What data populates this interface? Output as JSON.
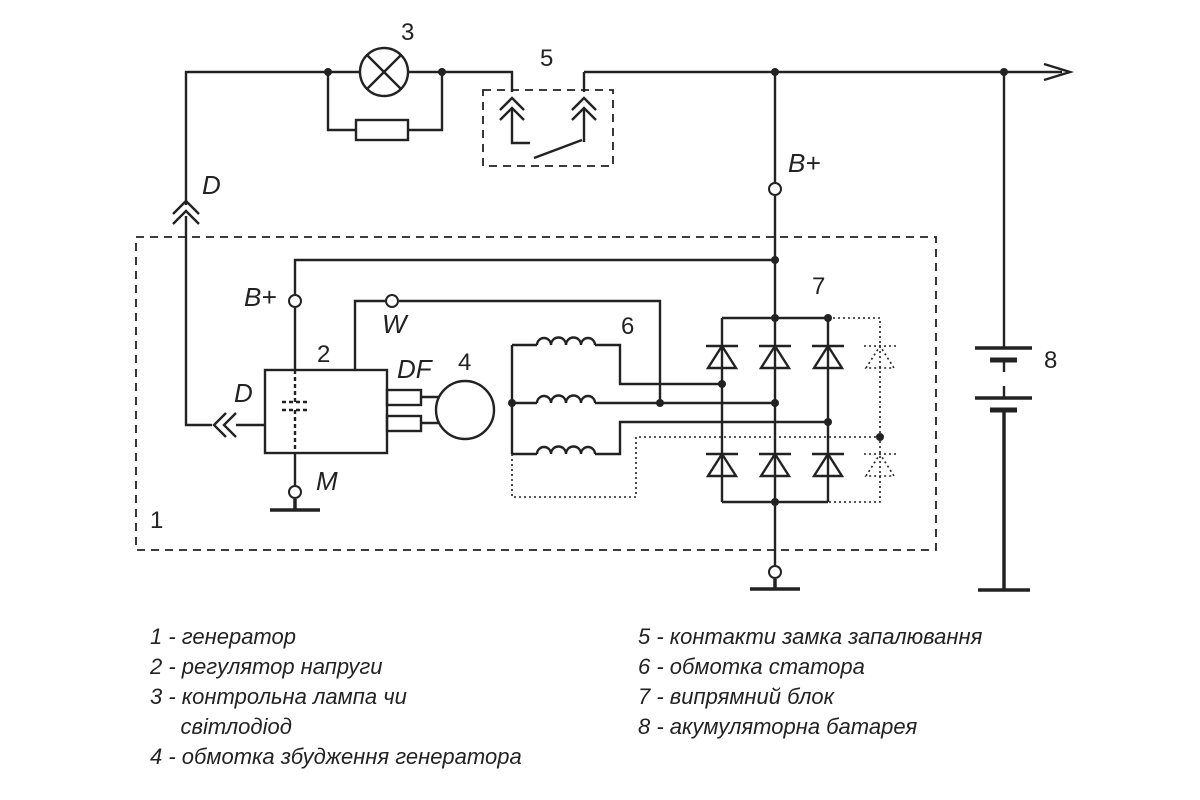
{
  "diagram": {
    "terminals": {
      "d_top": "D",
      "b_plus_top": "B+",
      "b_plus_reg": "B+",
      "w": "W",
      "df": "DF",
      "d_reg": "D",
      "m": "M"
    },
    "numbers": {
      "n1": "1",
      "n2": "2",
      "n3": "3",
      "n4": "4",
      "n5": "5",
      "n6": "6",
      "n7": "7",
      "n8": "8"
    }
  },
  "legend": {
    "left": [
      "1 - генератор",
      "2 - регулятор напруги",
      "3 - контрольна лампа чи",
      "     світлодіод",
      "4 - обмотка збудження генератора"
    ],
    "right": [
      "5 - контакти замка запалювання",
      "6 - обмотка статора",
      "7 - випрямний блок",
      "8 - акумуляторна батарея"
    ]
  }
}
